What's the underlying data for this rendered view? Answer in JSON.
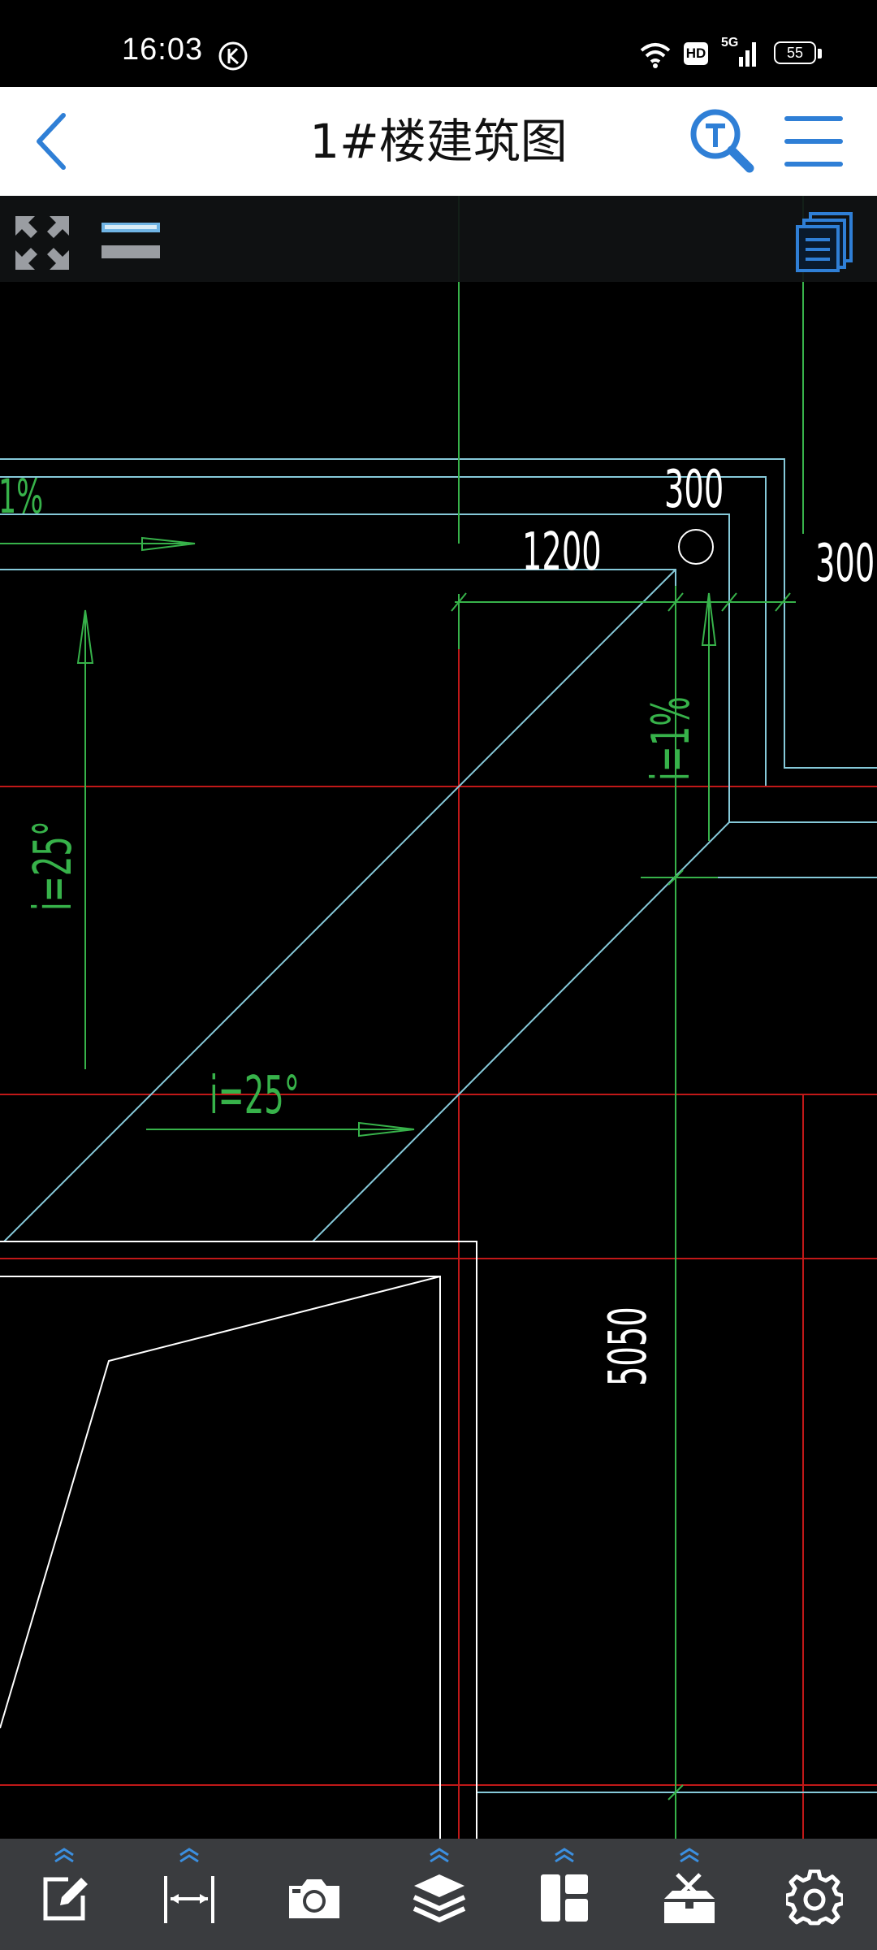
{
  "status_bar": {
    "time": "16:03",
    "network": "5G",
    "hd_badge": "HD",
    "battery": "55",
    "icons": [
      "k-app-icon",
      "wifi-icon",
      "hd-icon",
      "cell-signal-icon",
      "battery-icon"
    ]
  },
  "header": {
    "title": "1#楼建筑图",
    "back_icon": "chevron-left-icon",
    "text_search_icon": "text-search-icon",
    "menu_icon": "hamburger-menu-icon"
  },
  "toolstrip": {
    "icons": [
      "fullscreen-icon",
      "layout-toggle-icon",
      "layout-list-icon"
    ]
  },
  "drawing": {
    "annotations": {
      "slope_top_left": "1%",
      "dim_300_top": "300",
      "dim_1200": "1200",
      "dim_300_right": "300",
      "slope_right_vertical": "i=1%",
      "slope_left_vertical": "i=25°",
      "slope_diagonal": "i=25°",
      "dim_5050": "5050"
    },
    "colors": {
      "green": "#37b24a",
      "cyan": "#86c9d9",
      "red": "#c01818",
      "white": "#ffffff",
      "background": "#000000"
    }
  },
  "bottom_toolbar": {
    "accent": "#3b8fe0",
    "tools": [
      {
        "icon": "edit-icon",
        "has_expand": true
      },
      {
        "icon": "measure-icon",
        "has_expand": true
      },
      {
        "icon": "camera-icon",
        "has_expand": false
      },
      {
        "icon": "layers-icon",
        "has_expand": true
      },
      {
        "icon": "layout-icon",
        "has_expand": true
      },
      {
        "icon": "toolbox-icon",
        "has_expand": true
      },
      {
        "icon": "settings-icon",
        "has_expand": false
      }
    ]
  }
}
